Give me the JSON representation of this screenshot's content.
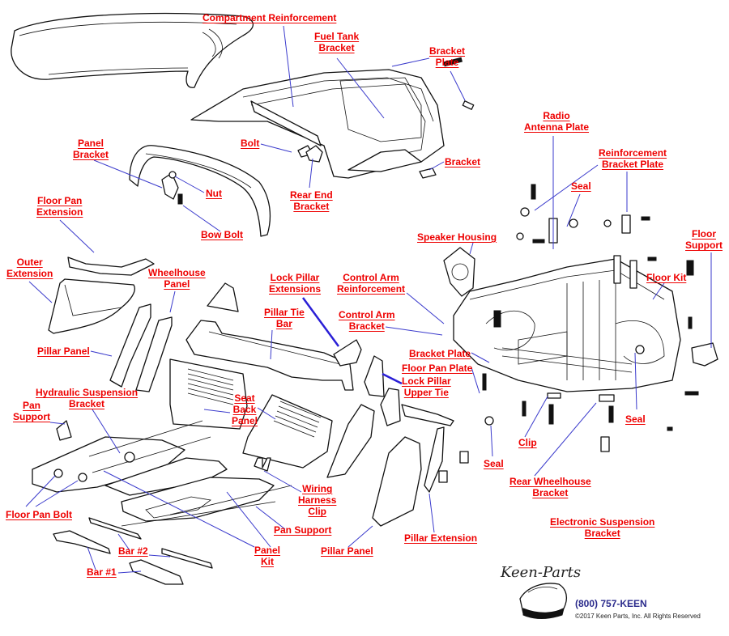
{
  "diagram": {
    "title": "Corvette Body Parts Exploded Diagram",
    "label_color": "#ee0000",
    "leader_color": "#3a3acc",
    "labels": [
      {
        "id": "compartment-reinforcement",
        "lines": [
          "Compartment Reinforcement"
        ]
      },
      {
        "id": "fuel-tank-bracket",
        "lines": [
          "Fuel Tank",
          "Bracket"
        ]
      },
      {
        "id": "bracket-plate-top",
        "lines": [
          "Bracket",
          "Plate"
        ]
      },
      {
        "id": "radio-antenna-plate",
        "lines": [
          "Radio",
          "Antenna Plate"
        ]
      },
      {
        "id": "reinforcement-bracket-plate",
        "lines": [
          "Reinforcement",
          "Bracket Plate"
        ]
      },
      {
        "id": "seal-top",
        "lines": [
          "Seal"
        ]
      },
      {
        "id": "bracket",
        "lines": [
          "Bracket"
        ]
      },
      {
        "id": "bolt",
        "lines": [
          "Bolt"
        ]
      },
      {
        "id": "rear-end-bracket",
        "lines": [
          "Rear End",
          "Bracket"
        ]
      },
      {
        "id": "panel-bracket",
        "lines": [
          "Panel",
          "Bracket"
        ]
      },
      {
        "id": "nut",
        "lines": [
          "Nut"
        ]
      },
      {
        "id": "bow-bolt",
        "lines": [
          "Bow Bolt"
        ]
      },
      {
        "id": "floor-pan-extension",
        "lines": [
          "Floor Pan",
          "Extension"
        ]
      },
      {
        "id": "speaker-housing",
        "lines": [
          "Speaker Housing"
        ]
      },
      {
        "id": "floor-support",
        "lines": [
          "Floor",
          "Support"
        ]
      },
      {
        "id": "floor-kit",
        "lines": [
          "Floor Kit"
        ]
      },
      {
        "id": "outer-extension",
        "lines": [
          "Outer",
          "Extension"
        ]
      },
      {
        "id": "wheelhouse-panel",
        "lines": [
          "Wheelhouse",
          "Panel"
        ]
      },
      {
        "id": "lock-pillar-extensions",
        "lines": [
          "Lock Pillar",
          "Extensions"
        ]
      },
      {
        "id": "control-arm-reinforcement",
        "lines": [
          "Control Arm",
          "Reinforcement"
        ]
      },
      {
        "id": "pillar-tie-bar",
        "lines": [
          "Pillar Tie",
          "Bar"
        ]
      },
      {
        "id": "control-arm-bracket",
        "lines": [
          "Control Arm",
          "Bracket"
        ]
      },
      {
        "id": "pillar-panel-left",
        "lines": [
          "Pillar Panel"
        ]
      },
      {
        "id": "bracket-plate-mid",
        "lines": [
          "Bracket Plate"
        ]
      },
      {
        "id": "floor-pan-plate",
        "lines": [
          "Floor Pan Plate"
        ]
      },
      {
        "id": "lock-pillar-upper-tie",
        "lines": [
          "Lock Pillar",
          "Upper Tie"
        ]
      },
      {
        "id": "hydraulic-suspension-bracket",
        "lines": [
          "Hydraulic Suspension",
          "Bracket"
        ]
      },
      {
        "id": "pan-support-left",
        "lines": [
          "Pan",
          "Support"
        ]
      },
      {
        "id": "seat-back-panel",
        "lines": [
          "Seat",
          "Back",
          "Panel"
        ]
      },
      {
        "id": "seal-right",
        "lines": [
          "Seal"
        ]
      },
      {
        "id": "clip",
        "lines": [
          "Clip"
        ]
      },
      {
        "id": "seal-bottom",
        "lines": [
          "Seal"
        ]
      },
      {
        "id": "rear-wheelhouse-bracket",
        "lines": [
          "Rear Wheelhouse",
          "Bracket"
        ]
      },
      {
        "id": "wiring-harness-clip",
        "lines": [
          "Wiring",
          "Harness",
          "Clip"
        ]
      },
      {
        "id": "floor-pan-bolt",
        "lines": [
          "Floor Pan Bolt"
        ]
      },
      {
        "id": "pan-support-bottom",
        "lines": [
          "Pan Support"
        ]
      },
      {
        "id": "pillar-extension",
        "lines": [
          "Pillar Extension"
        ]
      },
      {
        "id": "electronic-suspension-bracket",
        "lines": [
          "Electronic Suspension",
          "Bracket"
        ]
      },
      {
        "id": "panel-kit",
        "lines": [
          "Panel",
          "Kit"
        ]
      },
      {
        "id": "pillar-panel-bottom",
        "lines": [
          "Pillar Panel"
        ]
      },
      {
        "id": "bar-2",
        "lines": [
          "Bar #2"
        ]
      },
      {
        "id": "bar-1",
        "lines": [
          "Bar #1"
        ]
      }
    ]
  },
  "footer": {
    "logo_text": "Keen-Parts",
    "phone": "(800) 757-KEEN",
    "copyright": "©2017 Keen Parts, Inc. All Rights Reserved"
  }
}
